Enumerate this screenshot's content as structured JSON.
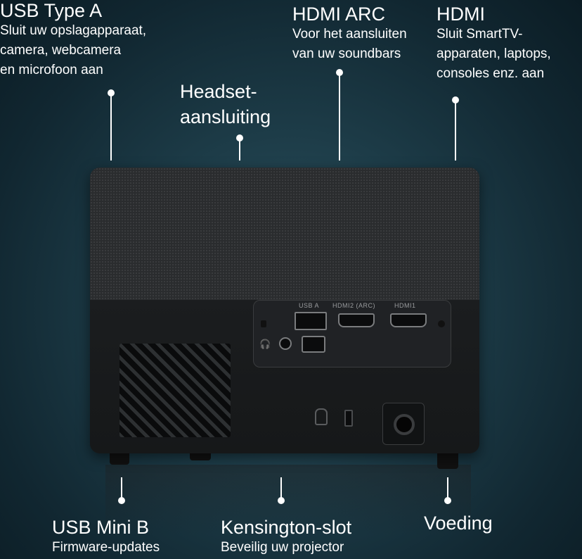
{
  "callouts": {
    "usb_a": {
      "title": "USB Type A",
      "desc": [
        "Sluit uw opslagapparaat,",
        "camera, webcamera",
        "en microfoon aan"
      ]
    },
    "headset": {
      "title": [
        "Headset-",
        "aansluiting"
      ]
    },
    "hdmi_arc": {
      "title": "HDMI ARC",
      "desc": [
        "Voor het aansluiten",
        "van uw soundbars"
      ]
    },
    "hdmi": {
      "title": "HDMI",
      "desc": [
        "Sluit SmartTV-",
        "apparaten, laptops,",
        "consoles enz. aan"
      ]
    },
    "usb_mini_b": {
      "title": "USB Mini B",
      "desc": "Firmware-updates"
    },
    "kensington": {
      "title": "Kensington-slot",
      "desc": "Beveilig uw projector"
    },
    "power": {
      "title": "Voeding"
    }
  },
  "ports": {
    "usb_a": "USB A",
    "hdmi2": "HDMI2 (ARC)",
    "hdmi1": "HDMI1"
  }
}
